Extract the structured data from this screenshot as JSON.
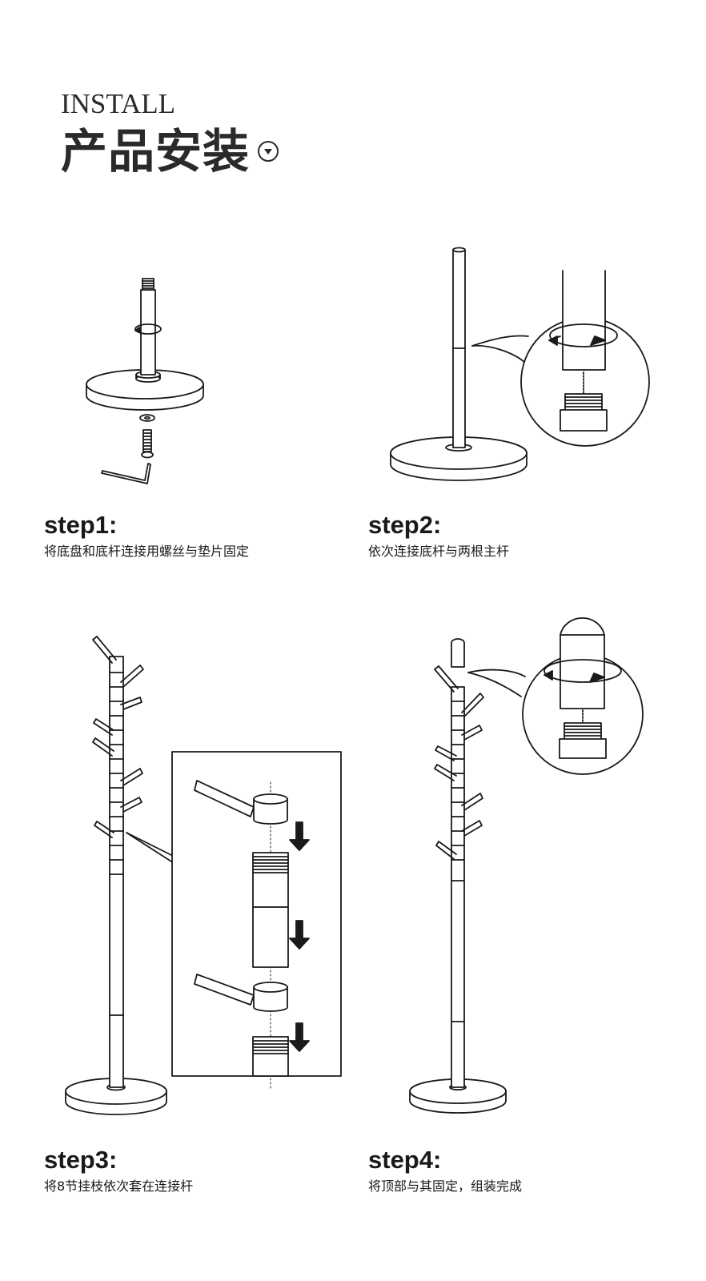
{
  "header": {
    "title_en": "INSTALL",
    "title_cn": "产品安装",
    "badge_icon": "chevron-down-circle-icon"
  },
  "steps": [
    {
      "label": "step1:",
      "desc": "将底盘和底杆连接用螺丝与垫片固定"
    },
    {
      "label": "step2:",
      "desc": "依次连接底杆与两根主杆"
    },
    {
      "label": "step3:",
      "desc": "将8节挂枝依次套在连接杆"
    },
    {
      "label": "step4:",
      "desc": "将顶部与其固定，组装完成"
    }
  ],
  "colors": {
    "line": "#1a1a1a",
    "background": "#ffffff"
  }
}
